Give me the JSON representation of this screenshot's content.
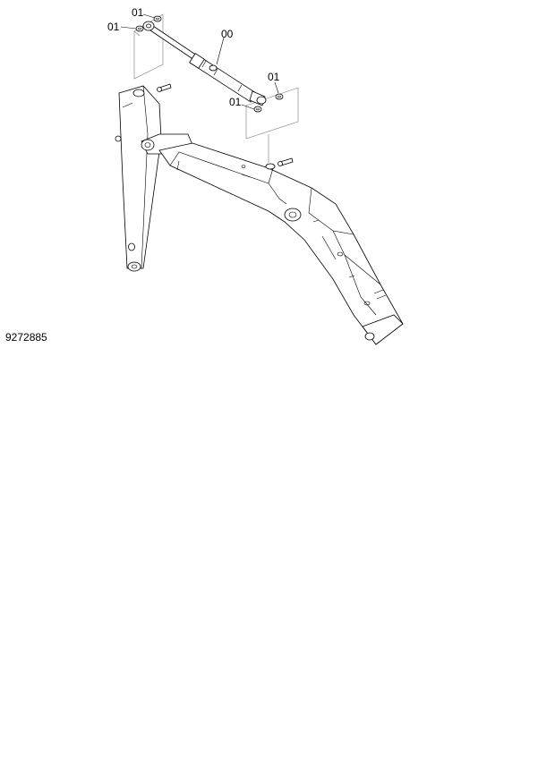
{
  "drawing": {
    "part_labels": {
      "cylinder": "00",
      "pin_top_right": "01",
      "pin_top_left": "01",
      "pin_bottom_right": "01",
      "pin_bottom_left": "01"
    },
    "figure_number": "9272885"
  }
}
